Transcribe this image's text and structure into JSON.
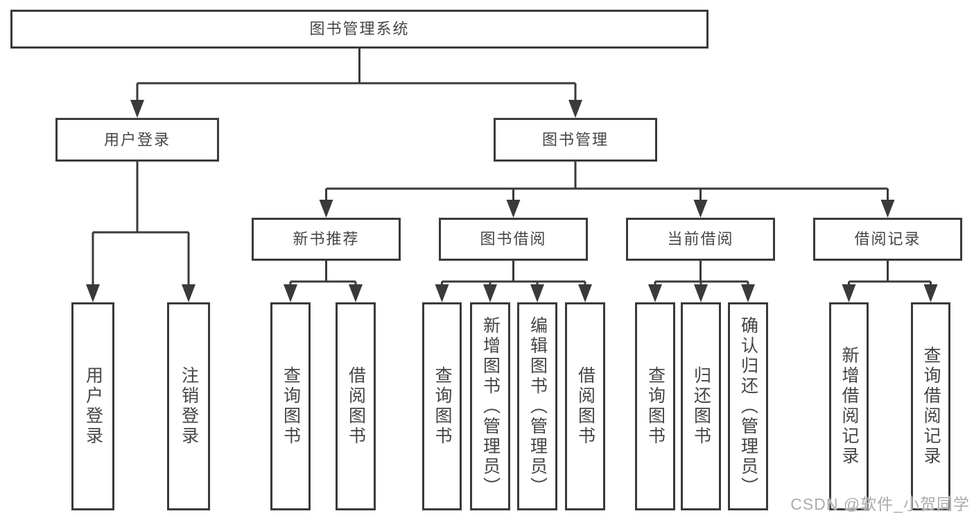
{
  "diagram": {
    "root": {
      "label": "图书管理系统"
    },
    "level2": [
      {
        "label": "用户登录"
      },
      {
        "label": "图书管理"
      }
    ],
    "level3": [
      {
        "label": "新书推荐",
        "parent": "图书管理"
      },
      {
        "label": "图书借阅",
        "parent": "图书管理"
      },
      {
        "label": "当前借阅",
        "parent": "图书管理"
      },
      {
        "label": "借阅记录",
        "parent": "图书管理"
      }
    ],
    "leaves": [
      {
        "label": "用户登录",
        "parent": "用户登录"
      },
      {
        "label": "注销登录",
        "parent": "用户登录"
      },
      {
        "label": "查询图书",
        "parent": "新书推荐"
      },
      {
        "label": "借阅图书",
        "parent": "新书推荐"
      },
      {
        "label": "查询图书",
        "parent": "图书借阅"
      },
      {
        "label": "新增图书（管理员）",
        "parent": "图书借阅"
      },
      {
        "label": "编辑图书（管理员）",
        "parent": "图书借阅"
      },
      {
        "label": "借阅图书",
        "parent": "图书借阅"
      },
      {
        "label": "查询图书",
        "parent": "当前借阅"
      },
      {
        "label": "归还图书",
        "parent": "当前借阅"
      },
      {
        "label": "确认归还（管理员）",
        "parent": "当前借阅"
      },
      {
        "label": "新增借阅记录",
        "parent": "借阅记录"
      },
      {
        "label": "查询借阅记录",
        "parent": "借阅记录"
      }
    ],
    "watermark": "CSDN @软件_小贺同学",
    "colors": {
      "line": "#3a3a3a",
      "box_border": "#3a3a3a",
      "text": "#454545",
      "background": "#ffffff",
      "watermark": "#acacac"
    }
  }
}
